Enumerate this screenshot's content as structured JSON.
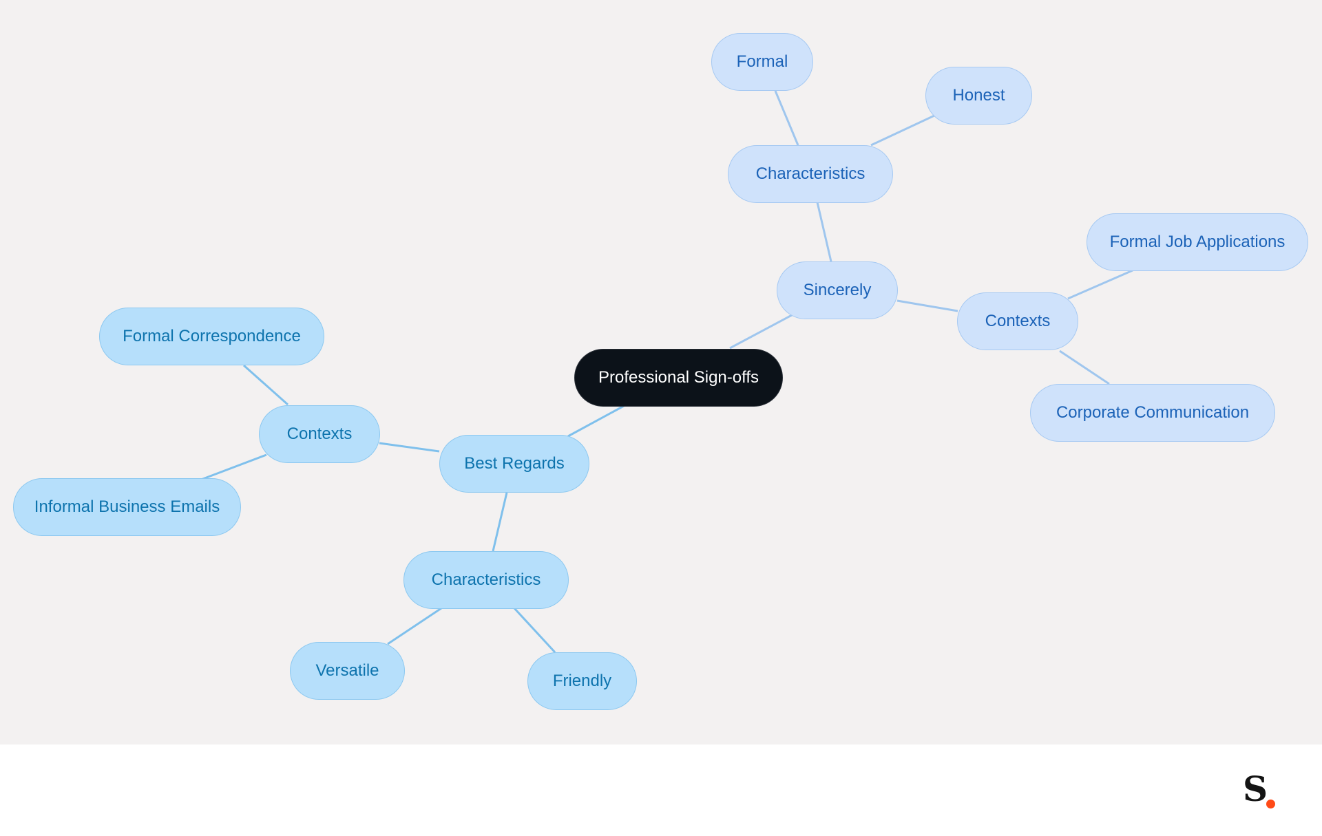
{
  "colors": {
    "background": "#f3f1f1",
    "root_fill": "#0c1219",
    "branch_sincerely_fill": "#cfe2fb",
    "branch_sincerely_link": "#9fc6ee",
    "branch_best_regards_fill": "#b6dffb",
    "branch_best_regards_link": "#7fc0ec",
    "logo_dot": "#ff4a17"
  },
  "mindmap": {
    "root": "Professional Sign-offs",
    "sincerely": {
      "label": "Sincerely",
      "characteristics": {
        "label": "Characteristics",
        "items": [
          "Formal",
          "Honest"
        ]
      },
      "contexts": {
        "label": "Contexts",
        "items": [
          "Formal Job Applications",
          "Corporate Communication"
        ]
      }
    },
    "best_regards": {
      "label": "Best Regards",
      "contexts": {
        "label": "Contexts",
        "items": [
          "Formal Correspondence",
          "Informal Business Emails"
        ]
      },
      "characteristics": {
        "label": "Characteristics",
        "items": [
          "Versatile",
          "Friendly"
        ]
      }
    }
  },
  "logo": {
    "text": "S",
    "icon": "brand-logo-icon"
  }
}
